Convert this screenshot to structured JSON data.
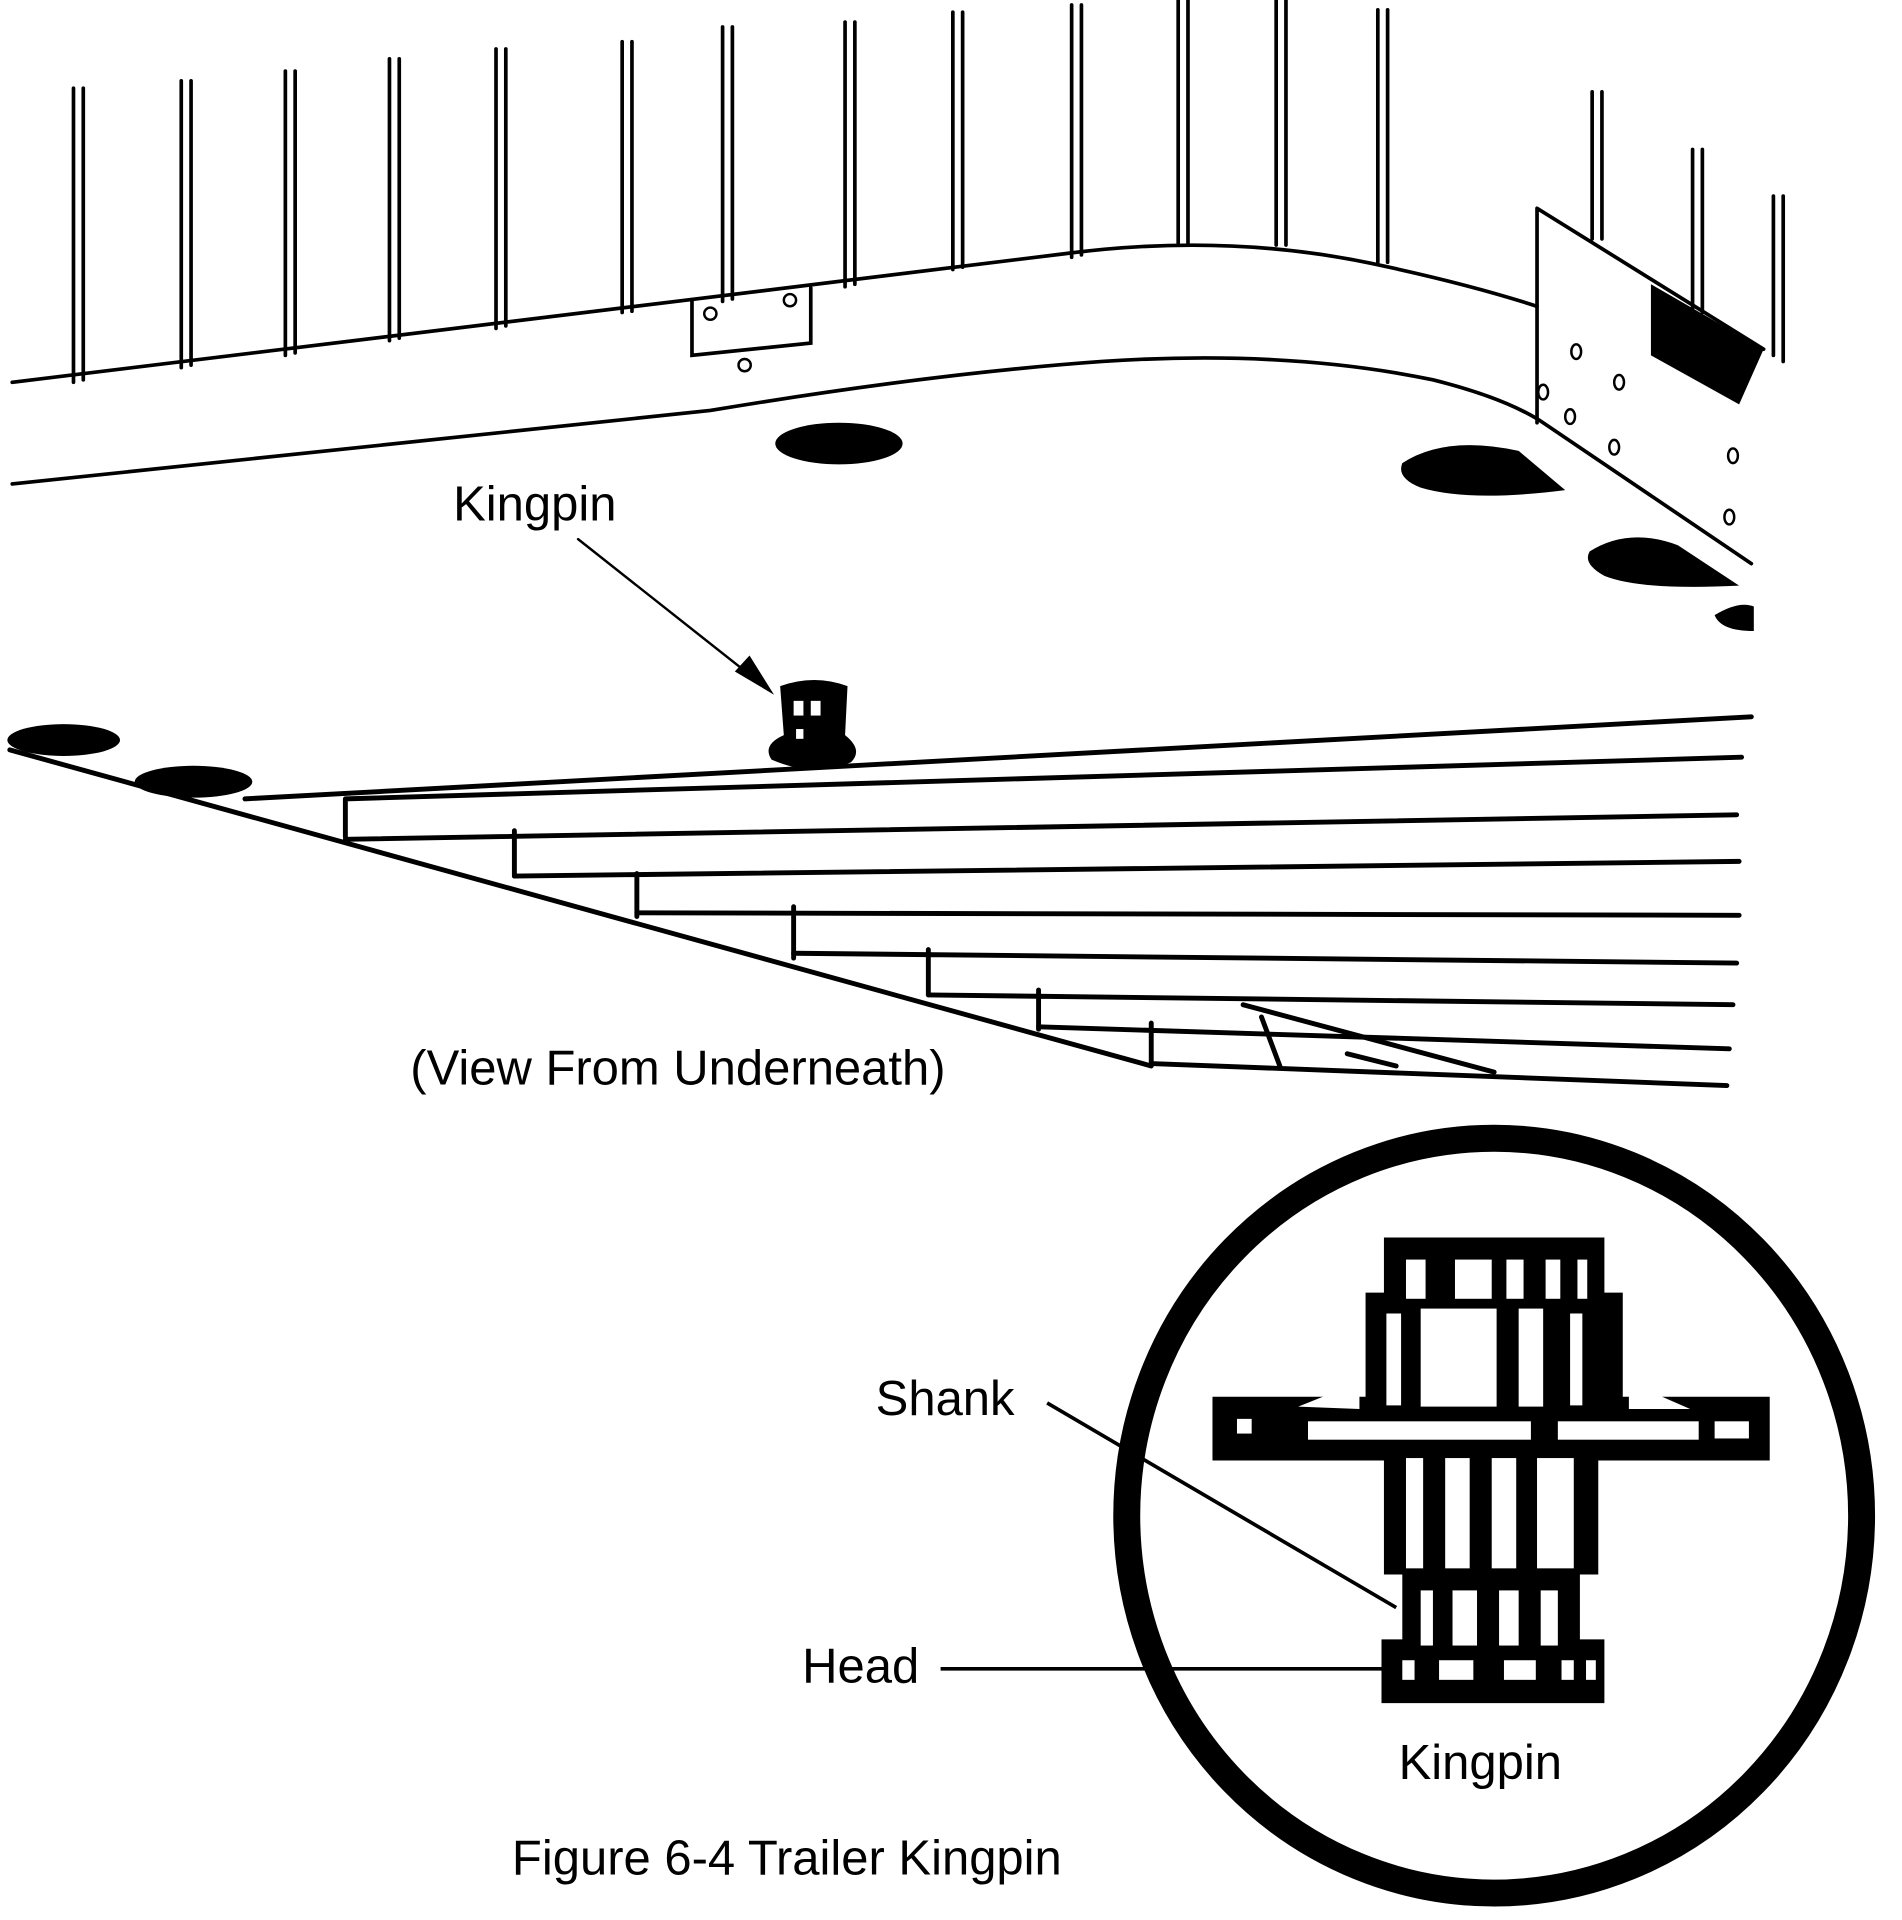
{
  "labels": {
    "kingpin_top": "Kingpin",
    "view_note": "(View From Underneath)",
    "shank": "Shank",
    "head": "Head",
    "kingpin_detail": "Kingpin"
  },
  "caption": "Figure 6-4 Trailer Kingpin",
  "colors": {
    "ink": "#000000",
    "background": "#ffffff"
  }
}
